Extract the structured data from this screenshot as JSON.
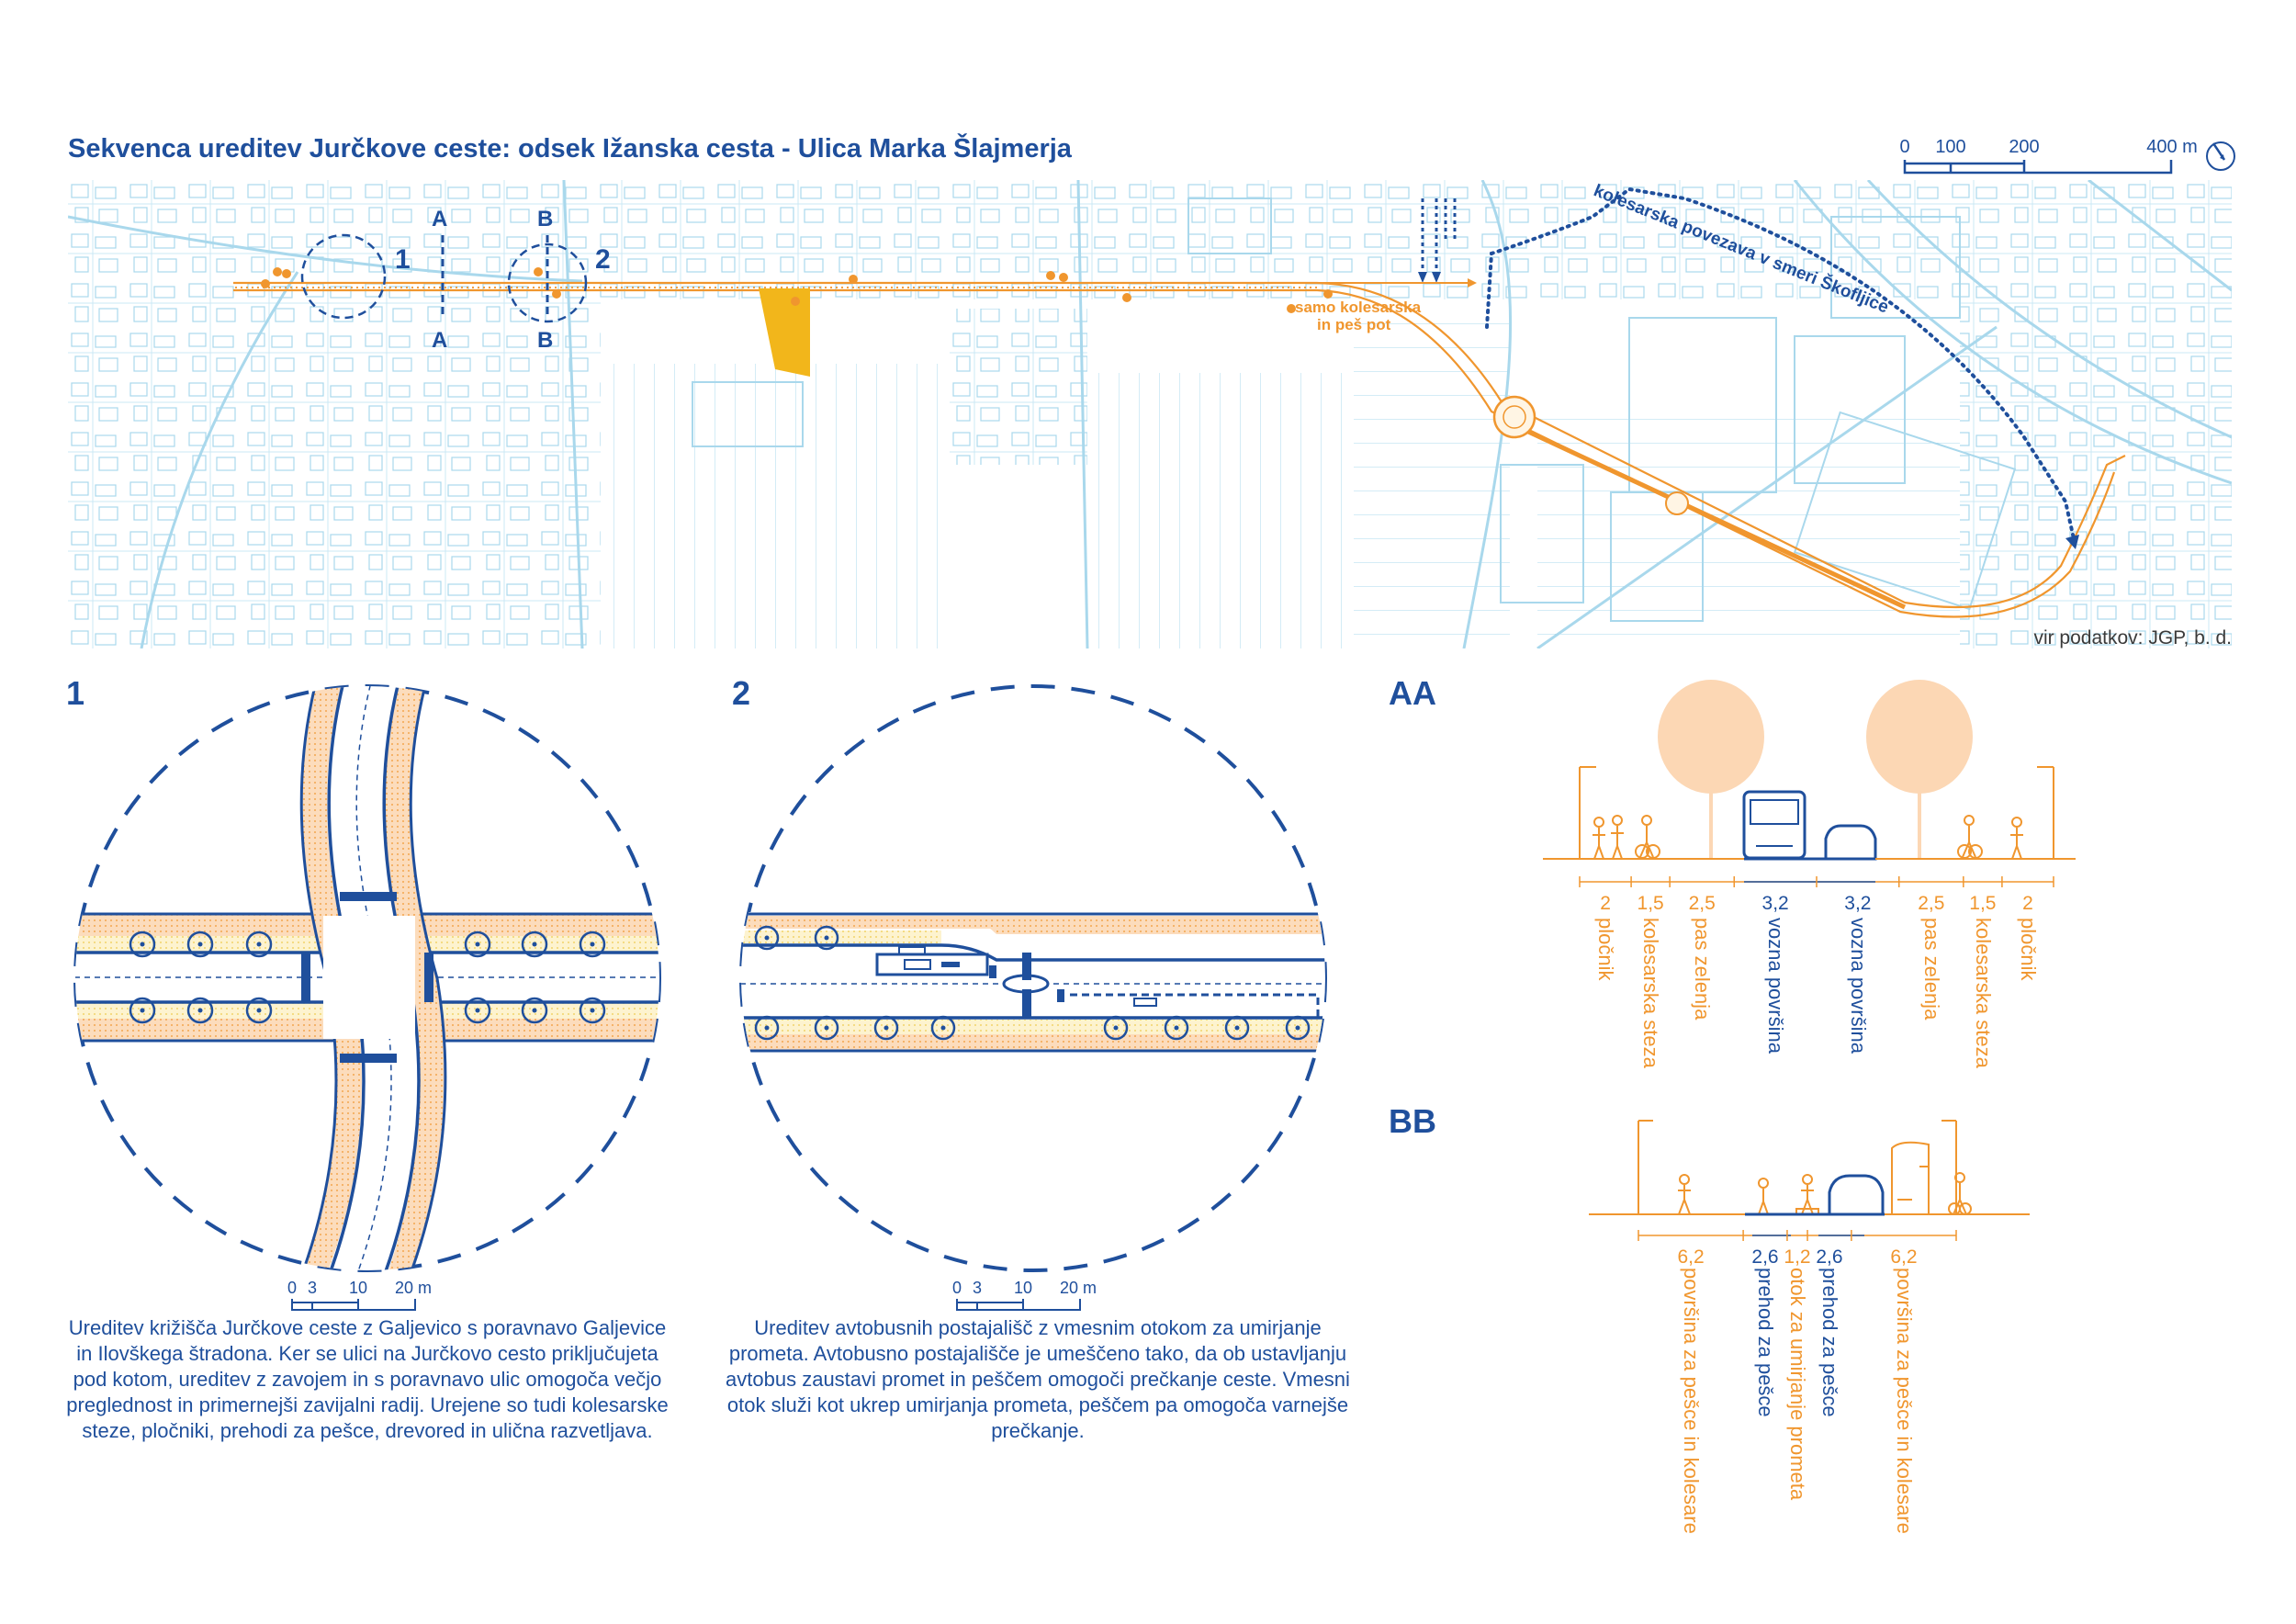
{
  "title": "Sekvenca ureditev Jurčkove ceste: odsek Ižanska cesta - Ulica Marka Šlajmerja",
  "colors": {
    "blue": "#1f4f9c",
    "orange": "#f0962e",
    "map_lines": "#a9d8ec",
    "highlight": "#f2b61b",
    "tree": "#fcd7b4"
  },
  "scale_bar": {
    "labels": [
      "0",
      "100",
      "200",
      "400 m"
    ]
  },
  "north_arrow": "north-arrow-icon",
  "map": {
    "marker_1": "1",
    "marker_2": "2",
    "section_a": "A",
    "section_b": "B",
    "label_pedestrian_line1": "samo kolesarska",
    "label_pedestrian_line2": "in peš pot",
    "label_bike_connection": "kolesarska povezava v smeri Škofljice",
    "source": "vir podatkov: JGP, b. d."
  },
  "detail1": {
    "number": "1",
    "scale_labels": [
      "0",
      "3",
      "10",
      "20 m"
    ],
    "description": "Ureditev križišča Jurčkove ceste z Galjevico s poravnavo Galjevice in Ilovškega štradona. Ker se ulici na Jurčkovo cesto priključujeta pod kotom, ureditev z zavojem in s poravnavo ulic omogoča večjo preglednost in primernejši zavijalni radij. Urejene so tudi kolesarske steze, pločniki, prehodi za pešce, drevored in ulična razvetljava."
  },
  "detail2": {
    "number": "2",
    "scale_labels": [
      "0",
      "3",
      "10",
      "20 m"
    ],
    "description": "Ureditev avtobusnih postajališč z vmesnim otokom za umirjanje prometa. Avtobusno postajališče je umeščeno tako, da ob ustavljanju avtobus zaustavi promet in peščem omogoči prečkanje ceste. Vmesni otok služi kot ukrep umirjanja prometa, peščem pa omogoča varnejše prečkanje."
  },
  "section_aa": {
    "title": "AA",
    "widths": [
      "2",
      "1,5",
      "2,5",
      "3,2",
      "3,2",
      "2,5",
      "1,5",
      "2"
    ],
    "labels": [
      "pločnik",
      "kolesarska steza",
      "pas zelenja",
      "vozna površina",
      "vozna površina",
      "pas zelenja",
      "kolesarska steza",
      "pločnik"
    ],
    "label_color_types": [
      "orange",
      "orange",
      "orange",
      "blue",
      "blue",
      "orange",
      "orange",
      "orange"
    ]
  },
  "section_bb": {
    "title": "BB",
    "widths": [
      "6,2",
      "2,6",
      "1,2",
      "2,6",
      "6,2"
    ],
    "labels": [
      "površina za pešce in kolesare",
      "prehod za pešce",
      "otok za umirjanje prometa",
      "prehod za pešce",
      "površina za pešce in kolesare"
    ],
    "label_color_types": [
      "orange",
      "blue",
      "orange",
      "blue",
      "orange"
    ]
  }
}
